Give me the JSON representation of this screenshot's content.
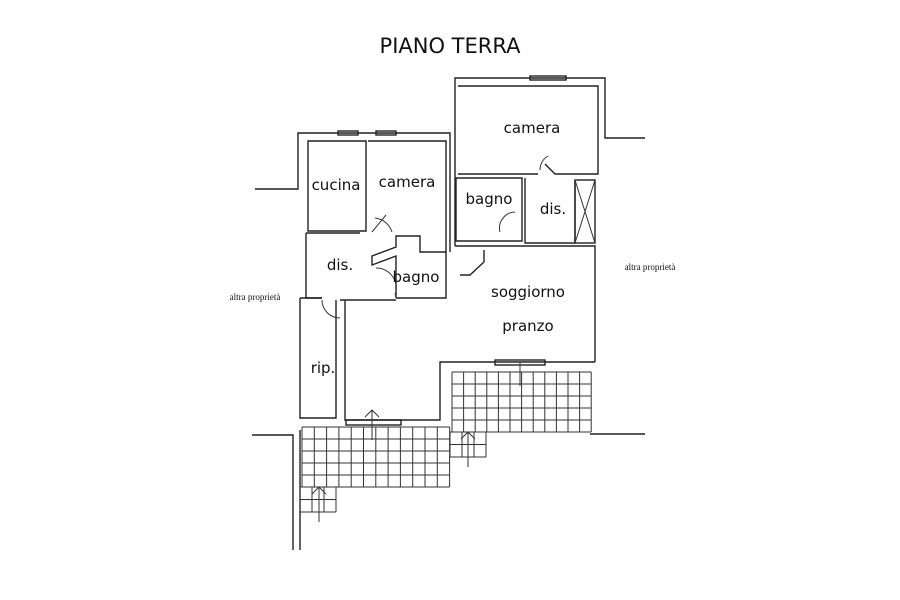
{
  "title": "PIANO TERRA",
  "rooms": {
    "cucina": "cucina",
    "camera_left": "camera",
    "dis_left": "dis.",
    "bagno_left": "bagno",
    "rip": "rip.",
    "camera_right": "camera",
    "bagno_right": "bagno",
    "dis_right": "dis.",
    "soggiorno": "soggiorno",
    "pranzo": "pranzo"
  },
  "notes": {
    "left": "altra proprietà",
    "right": "altra proprietà"
  }
}
